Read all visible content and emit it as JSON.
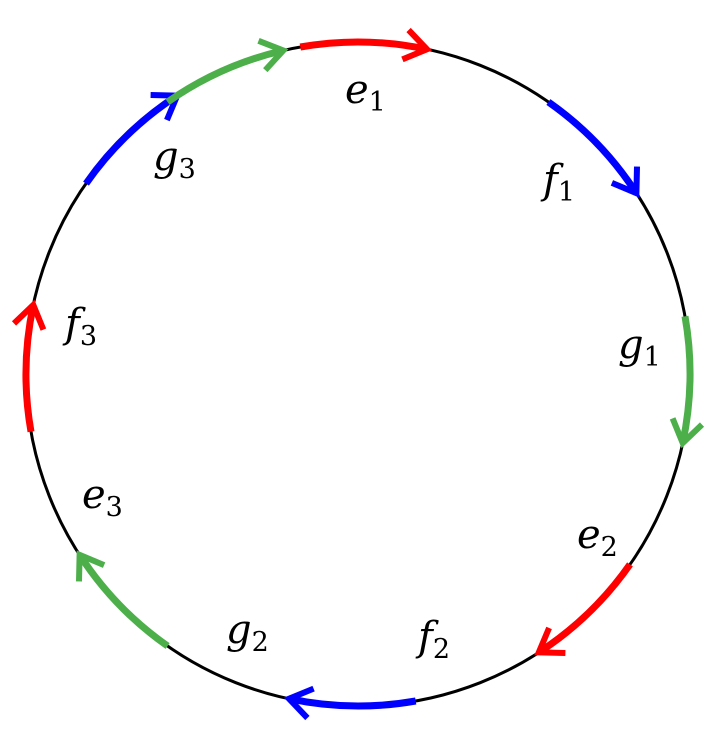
{
  "colors": {
    "circle": "#000000",
    "e": "#ff0000",
    "f": "#0000ff",
    "g": "#4daf4a"
  },
  "arcs": [
    {
      "base": "e",
      "sub": "1",
      "color_key": "e"
    },
    {
      "base": "f",
      "sub": "1",
      "color_key": "f"
    },
    {
      "base": "g",
      "sub": "1",
      "color_key": "g"
    },
    {
      "base": "e",
      "sub": "2",
      "color_key": "e"
    },
    {
      "base": "f",
      "sub": "2",
      "color_key": "f"
    },
    {
      "base": "g",
      "sub": "2",
      "color_key": "g"
    },
    {
      "base": "e",
      "sub": "3",
      "color_key": "e"
    },
    {
      "base": "f",
      "sub": "3",
      "color_key": "f"
    },
    {
      "base": "g",
      "sub": "3",
      "color_key": "g"
    }
  ]
}
